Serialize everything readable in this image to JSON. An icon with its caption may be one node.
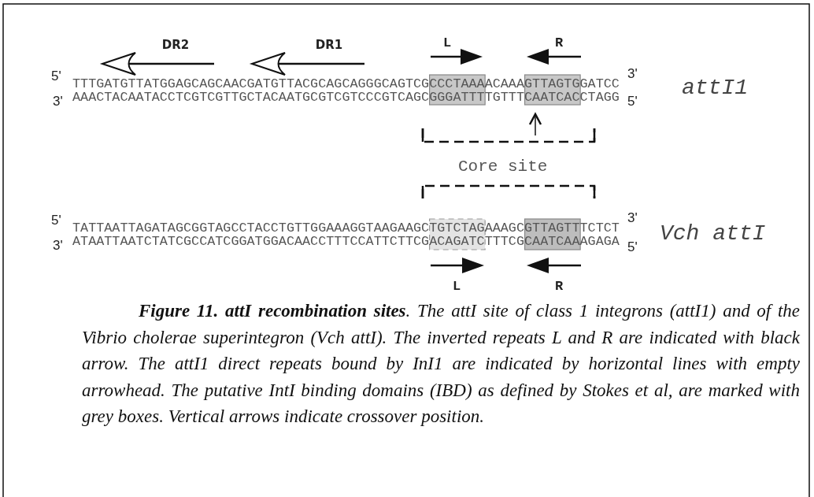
{
  "diagram": {
    "caption": "**Figure 11. attI recombination sites**. The attI site of class 1 integrons (attI1) and of the Vibrio cholerae superintegron (Vch attI). The inverted repeats L and R are indicated with black arrow. The attI1 direct repeats bound by InI1 are indicated by horizontal lines with empty arrowhead. The putative IntI binding domains (IBD) as defined by Stokes et al, are marked with grey boxes. Vertical arrows indicate crossover position.",
    "labels": [
      "DR2",
      "DR1",
      "L",
      "R",
      "5'",
      "TTTGATGTTATGGAGCAGCAACGATGTTACGCAGCAGGGCAGTCGCCCTAAAACAAAGTTAGTGGATCC",
      "3'",
      "3'",
      "AAACTACAATACCTCGTCGTTGCTACAATGCGTCGTCCCGTCAGCGGGATTTTGTTTCAATCACCTAGG",
      "5'",
      "attI1",
      "Core site",
      "5'",
      "TATTAATTAGATAGCGGTAGCCTACCTGTTGGAAAGGTAAGAAGCTGTCTAGAAAGCGTTAGTTTCTCT",
      "3'",
      "3'",
      "ATAATTAATCTATCGCCATCGGATGGACAACCTTTCCATTCTTCGACAGATCTTTCGCAATCAAAGAGA",
      "5'",
      "Vch attI",
      "L",
      "R"
    ]
  }
}
